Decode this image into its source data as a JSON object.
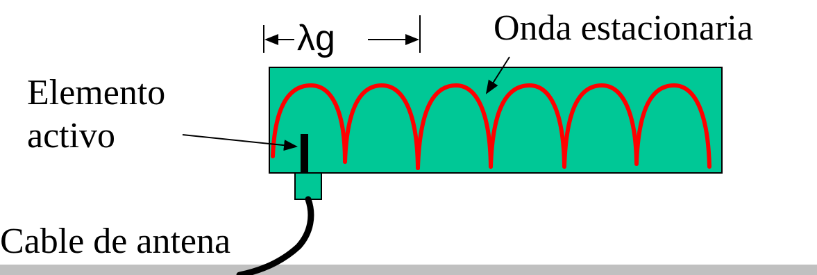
{
  "labels": {
    "wavelength": "λg",
    "standing_wave": "Onda estacionaria",
    "active_element_line1": "Elemento",
    "active_element_line2": "activo",
    "antenna_cable": "Cable de antena"
  },
  "colors": {
    "waveguide_fill": "#00C896",
    "wave_stroke": "#FF0000",
    "element_fill": "#000000",
    "cable_stroke": "#000000",
    "footer_bar": "#C0C0C0"
  }
}
